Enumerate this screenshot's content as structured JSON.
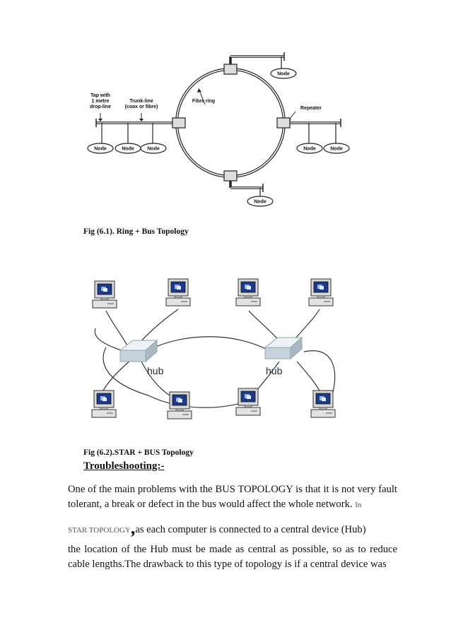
{
  "figure1": {
    "labels": {
      "tap": [
        "Tap with",
        "1 metre",
        "drop-line"
      ],
      "trunk": [
        "Trunk-line",
        "(coax or fibre)"
      ],
      "fibre_ring": "Fibre ring",
      "repeater": "Repeater"
    },
    "nodes": {
      "top": "Node",
      "left1": "Node",
      "left2": "Node",
      "left3": "Node",
      "right1": "Node",
      "right2": "Node",
      "bottom": "Node"
    },
    "caption": "Fig (6.1). Ring + Bus Topology"
  },
  "figure2": {
    "hub_left": "hub",
    "hub_right": "hub",
    "caption": "Fig (6.2).STAR + BUS Topology"
  },
  "section": {
    "heading": "Troubleshooting:-",
    "para1_a": "One of the main problems with the BUS TOPOLOGY is that it is not very fault tolerant, a break or defect in the bus would affect the whole network.",
    "para1_b": "In",
    "para2_a": "STAR TOPOLOGY",
    "para2_comma": ",",
    "para2_b": "as each computer is connected to a central device (Hub)",
    "para3": "the  location of the Hub must be made as central as possible, so as to reduce cable lengths.The drawback to this type of topology is if a central device was"
  }
}
